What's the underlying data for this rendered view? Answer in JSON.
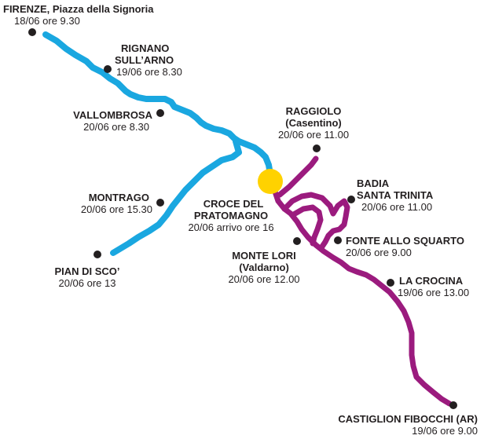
{
  "colors": {
    "blue_route": "#1aa7e0",
    "purple_route": "#9b1b7e",
    "finish_marker": "#ffd200",
    "stop_dot": "#231f20"
  },
  "stops": {
    "firenze": {
      "name": "FIRENZE,",
      "name_detail": "Piazza della Signoria",
      "date": "18/06 ore 9.30"
    },
    "rignano": {
      "name": "RIGNANO",
      "name2": "SULL’ARNO",
      "date": "19/06 ore 8.30"
    },
    "vallombrosa": {
      "name": "VALLOMBROSA",
      "date": "20/06 ore 8.30"
    },
    "montrago": {
      "name": "MONTRAGO",
      "date": "20/06 ore 15.30"
    },
    "pian_di_sco": {
      "name": "PIAN DI SCO’",
      "date": "20/06 ore 13"
    },
    "raggiolo": {
      "name": "RAGGIOLO",
      "name2": "(Casentino)",
      "date": "20/06 ore 11.00"
    },
    "croce": {
      "name": "CROCE DEL",
      "name2": "PRATOMAGNO",
      "date": "20/06 arrivo ore 16"
    },
    "badia": {
      "name": "BADIA",
      "name2": "SANTA TRINITA",
      "date": "20/06 ore 11.00"
    },
    "fonte": {
      "name": "FONTE ALLO SQUARTO",
      "date": "20/06 ore 9.00"
    },
    "monte_lori": {
      "name": "MONTE LORI",
      "name2": "(Valdarno)",
      "date": "20/06 ore 12.00"
    },
    "la_crocina": {
      "name": "LA CROCINA",
      "date": "19/06 ore 13.00"
    },
    "castiglion": {
      "name": "CASTIGLION FIBOCCHI (AR)",
      "date": "19/06 ore 9.00"
    }
  }
}
